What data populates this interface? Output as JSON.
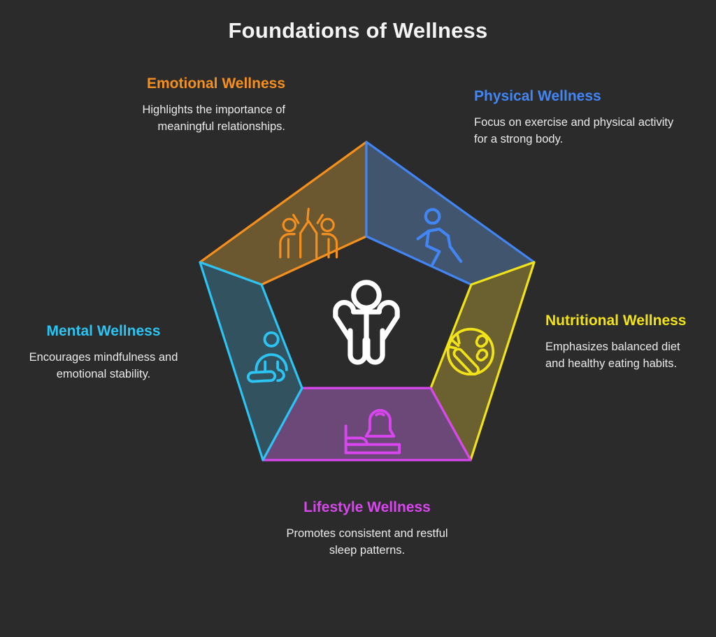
{
  "background_color": "#2b2b2b",
  "header": {
    "title": "Foundations of Wellness"
  },
  "center": {
    "icon": "person-arms-raised-icon",
    "color": "#ffffff"
  },
  "segments": [
    {
      "id": "emotional",
      "title": "Emotional Wellness",
      "description": "Highlights the importance of meaningful relationships.",
      "color": "#f5901e",
      "fill": "#6b5730",
      "icon": "two-people-high-five-icon"
    },
    {
      "id": "physical",
      "title": "Physical Wellness",
      "description": "Focus on exercise and physical activity for a strong body.",
      "color": "#4285f4",
      "fill": "#41556e",
      "icon": "running-person-icon"
    },
    {
      "id": "nutritional",
      "title": "Nutritional Wellness",
      "description": "Emphasizes balanced diet and healthy eating habits.",
      "color": "#f2e318",
      "fill": "#6b6130",
      "icon": "plate-vegetables-icon"
    },
    {
      "id": "lifestyle",
      "title": "Lifestyle Wellness",
      "description": "Promotes consistent and restful sleep patterns.",
      "color": "#d946ef",
      "fill": "#6b4878",
      "icon": "person-sleeping-bed-icon"
    },
    {
      "id": "mental",
      "title": "Mental Wellness",
      "description": "Encourages mindfulness and emotional stability.",
      "color": "#2bc4f3",
      "fill": "#33525f",
      "icon": "meditating-person-icon"
    }
  ]
}
